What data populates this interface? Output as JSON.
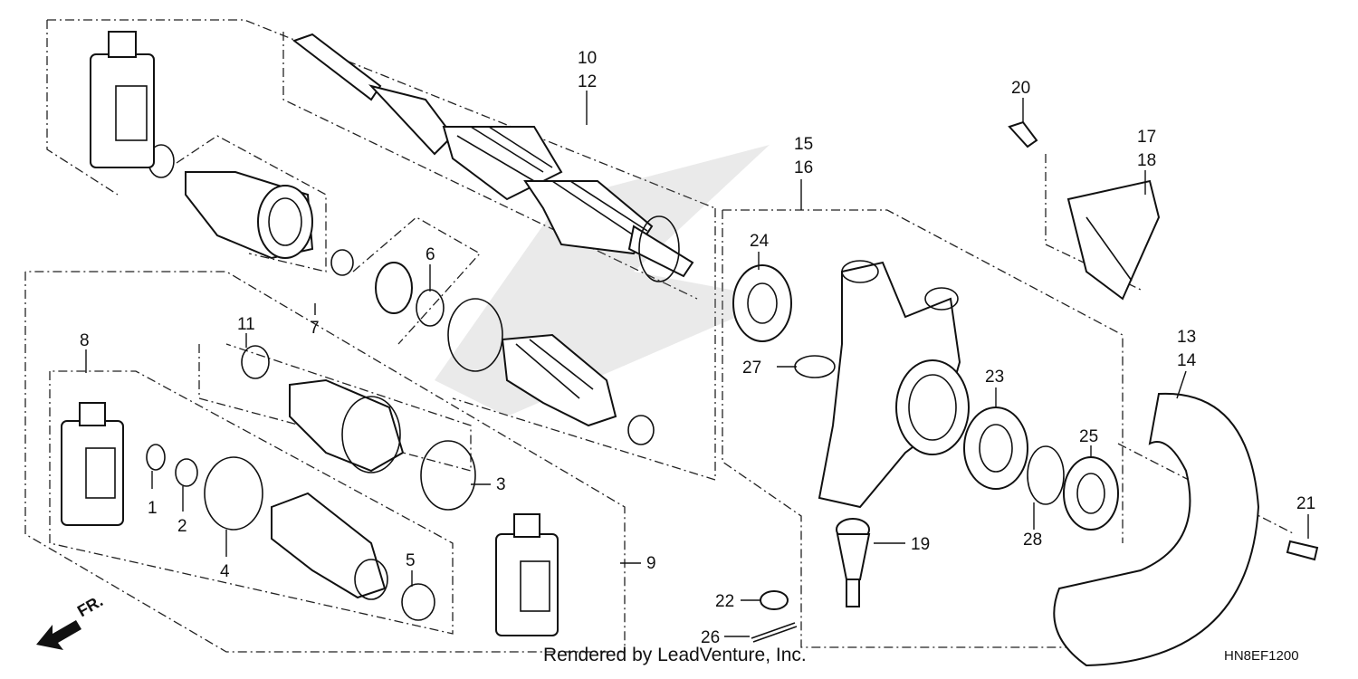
{
  "callouts": {
    "c1": "1",
    "c2": "2",
    "c3": "3",
    "c4": "4",
    "c5": "5",
    "c6": "6",
    "c7": "7",
    "c8": "8",
    "c9": "9",
    "c10": "10",
    "c12": "12",
    "c11": "11",
    "c13": "13",
    "c14": "14",
    "c15": "15",
    "c16": "16",
    "c17": "17",
    "c18": "18",
    "c19": "19",
    "c20": "20",
    "c21": "21",
    "c22": "22",
    "c23": "23",
    "c24": "24",
    "c25": "25",
    "c26": "26",
    "c27": "27",
    "c28": "28"
  },
  "direction_label": "FR.",
  "footer": {
    "credit": "Rendered by LeadVenture, Inc.",
    "code": "HN8EF1200"
  }
}
